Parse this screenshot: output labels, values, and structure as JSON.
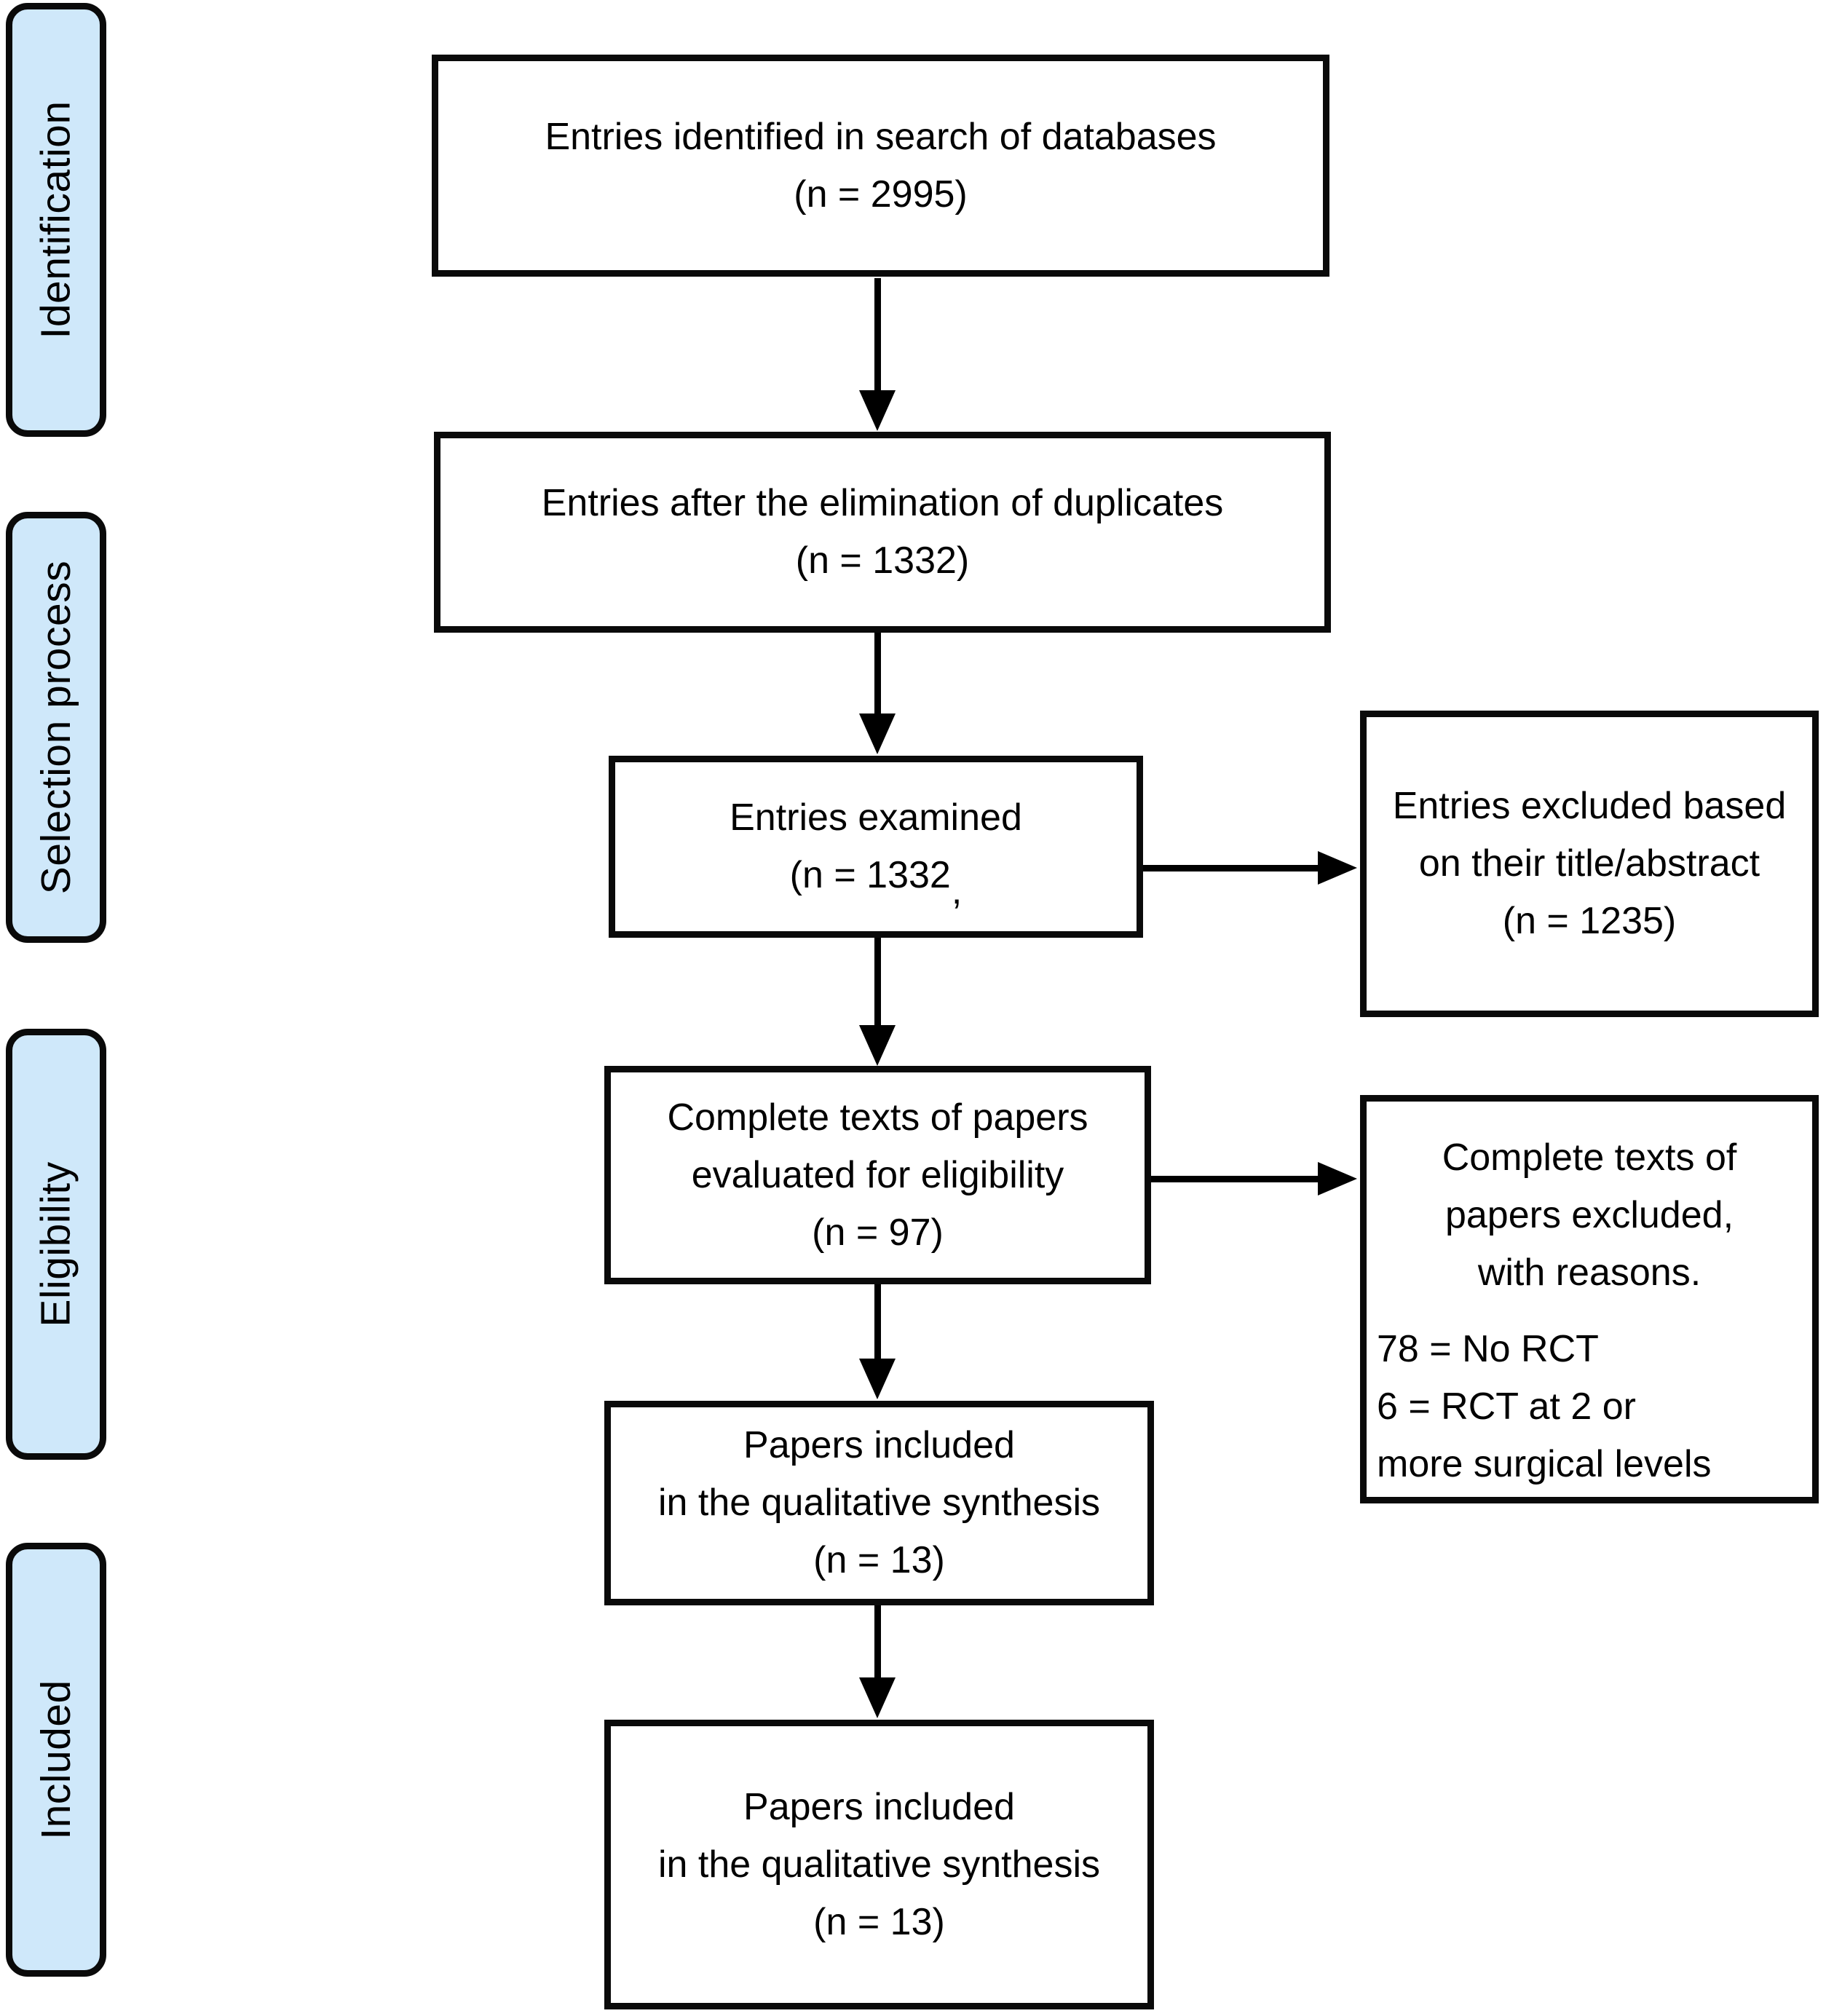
{
  "diagram": {
    "kind_note": "flow-diagram",
    "colors": {
      "stage_fill": "#cfe8fa",
      "line_and_border": "#000000",
      "box_fill": "#ffffff",
      "background": "#ffffff"
    },
    "stages": [
      {
        "label": "Identification"
      },
      {
        "label": "Selection process"
      },
      {
        "label": "Eligibility"
      },
      {
        "label": "Included"
      }
    ],
    "main_boxes": [
      {
        "lines": [
          "Entries identified in search of databases",
          "(n = 2995)"
        ]
      },
      {
        "lines": [
          "Entries after the elimination of duplicates",
          "(n = 1332)"
        ]
      },
      {
        "lines": [
          "Entries examined",
          "(n = 1332"
        ],
        "stray_mark": ","
      },
      {
        "lines": [
          "Complete texts of papers",
          "evaluated for eligibility",
          "(n = 97)"
        ]
      },
      {
        "lines": [
          "Papers included",
          "in the qualitative synthesis",
          "(n = 13)"
        ]
      },
      {
        "lines": [
          "Papers included",
          "in the qualitative synthesis",
          "(n = 13)"
        ]
      }
    ],
    "side_boxes": [
      {
        "lines": [
          "Entries excluded based",
          "on their title/abstract",
          "(n = 1235)"
        ]
      },
      {
        "lines": [
          "Complete texts of",
          "papers excluded,",
          "with reasons."
        ],
        "reasons": [
          "78 = No RCT",
          "6 = RCT at 2 or",
          "more surgical levels"
        ]
      }
    ]
  }
}
